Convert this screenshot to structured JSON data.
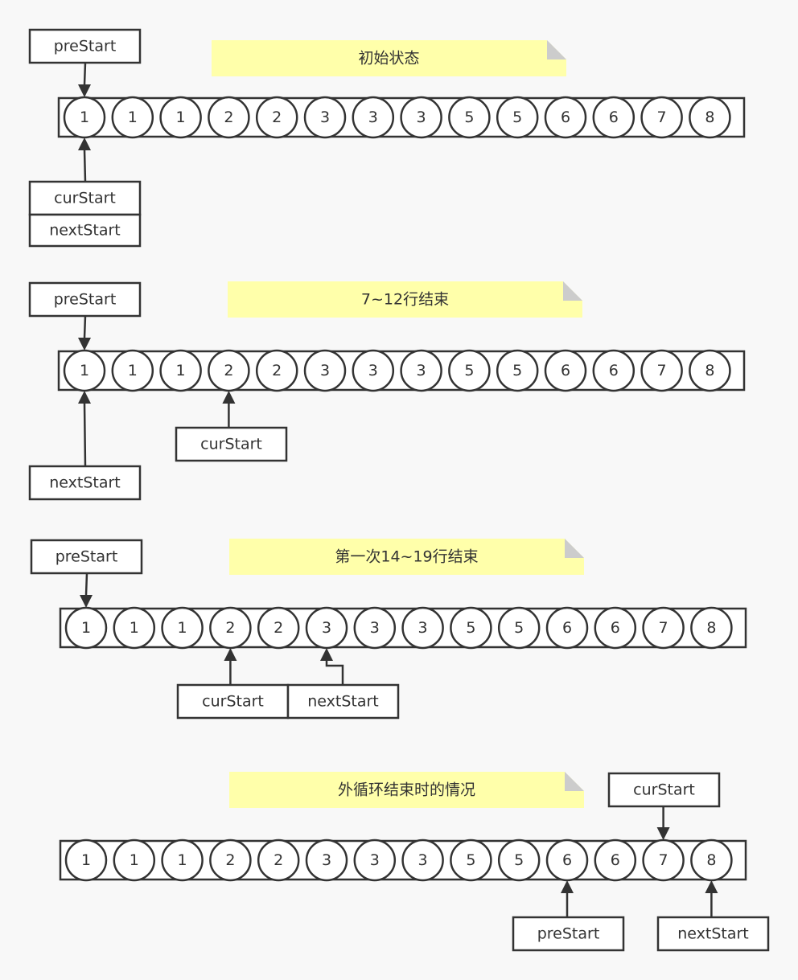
{
  "sections": [
    {
      "note": "初始状态",
      "cells": [
        "1",
        "1",
        "1",
        "2",
        "2",
        "3",
        "3",
        "3",
        "5",
        "5",
        "6",
        "6",
        "7",
        "8"
      ],
      "pointers": {
        "preStart": "preStart",
        "curStart": "curStart",
        "nextStart": "nextStart"
      }
    },
    {
      "note": "7~12行结束",
      "cells": [
        "1",
        "1",
        "1",
        "2",
        "2",
        "3",
        "3",
        "3",
        "5",
        "5",
        "6",
        "6",
        "7",
        "8"
      ],
      "pointers": {
        "preStart": "preStart",
        "curStart": "curStart",
        "nextStart": "nextStart"
      }
    },
    {
      "note": "第一次14~19行结束",
      "cells": [
        "1",
        "1",
        "1",
        "2",
        "2",
        "3",
        "3",
        "3",
        "5",
        "5",
        "6",
        "6",
        "7",
        "8"
      ],
      "pointers": {
        "preStart": "preStart",
        "curStart": "curStart",
        "nextStart": "nextStart"
      }
    },
    {
      "note": "外循环结束时的情况",
      "cells": [
        "1",
        "1",
        "1",
        "2",
        "2",
        "3",
        "3",
        "3",
        "5",
        "5",
        "6",
        "6",
        "7",
        "8"
      ],
      "pointers": {
        "preStart": "preStart",
        "curStart": "curStart",
        "nextStart": "nextStart"
      }
    }
  ],
  "colors": {
    "note_fill": "#ffffaa",
    "note_fold": "#cccccc",
    "stroke": "#333333",
    "background": "#f8f8f8"
  }
}
